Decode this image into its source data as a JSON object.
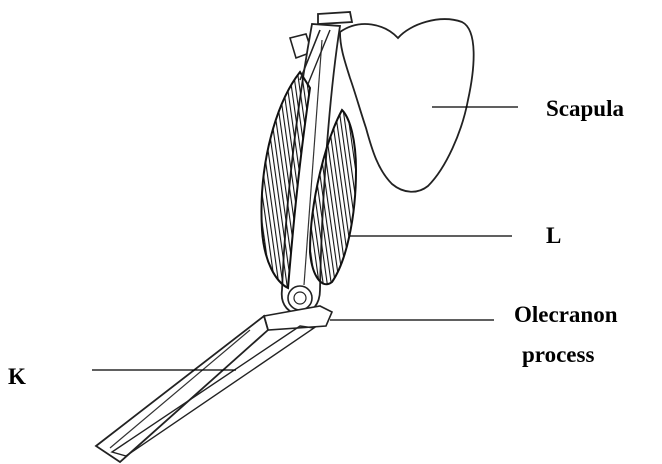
{
  "labels": {
    "scapula": "Scapula",
    "l": "L",
    "olecranon_line1": "Olecranon",
    "olecranon_line2": "process",
    "k": "K"
  }
}
